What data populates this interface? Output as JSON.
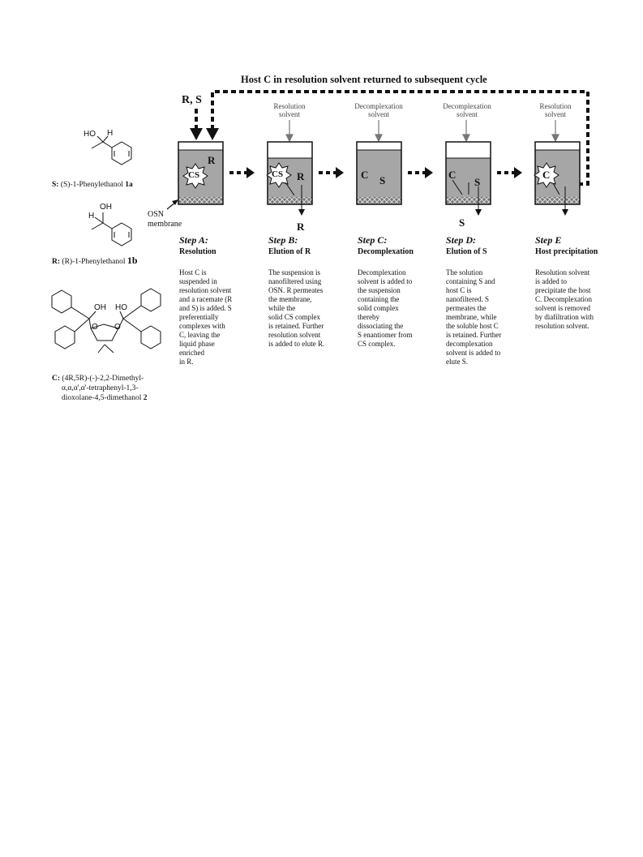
{
  "title": "Host C in resolution solvent returned to subsequent cycle",
  "feed_label": "R, S",
  "solvents": {
    "resolution_b": "Resolution\nsolvent",
    "decomplexation_c": "Decomplexation\nsolvent",
    "decomplexation_d": "Decomplexation\nsolvent",
    "resolution_e": "Resolution\nsolvent"
  },
  "membrane_label": "OSN\nmembrane",
  "vessel_labels": {
    "a_cs": "CS",
    "a_r": "R",
    "b_cs": "CS",
    "b_r": "R",
    "b_out": "R",
    "c_c": "C",
    "c_s": "S",
    "d_c": "C",
    "d_s": "S",
    "d_out": "S",
    "e_c": "C"
  },
  "steps": [
    {
      "id": "a",
      "step": "Step A:",
      "name": "Resolution",
      "desc": "Host C is\nsuspended in\nresolution solvent\nand a racemate (R\nand S) is added. S\npreferentially\ncomplexes with\nC, leaving the\nliquid phase\nenriched\nin R."
    },
    {
      "id": "b",
      "step": "Step B:",
      "name": "Elution of R",
      "desc": "The suspension is\nnanofiltered using\nOSN. R permeates\nthe membrane,\nwhile the\nsolid CS complex\nis retained. Further\nresolution solvent\nis added to elute R."
    },
    {
      "id": "c",
      "step": "Step C:",
      "name": "Decomplexation",
      "desc": "Decomplexation\nsolvent is added to\nthe suspension\ncontaining the\nsolid complex\nthereby\ndissociating the\nS enantiomer from\nCS complex."
    },
    {
      "id": "d",
      "step": "Step D:",
      "name": "Elution of S",
      "desc": "The solution\ncontaining S and\nhost C is\nnanofiltered. S\npermeates the\nmembrane, while\nthe soluble host C\nis retained. Further\ndecomplexation\nsolvent is added to\nelute S."
    },
    {
      "id": "e",
      "step": "Step E",
      "name": "Host precipitation",
      "desc": "Resolution solvent\nis added to\nprecipitate the host\nC. Decomplexation\nsolvent is removed\nby diafiltration with\nresolution solvent."
    }
  ],
  "compounds": {
    "s": {
      "prefix": "S:",
      "name": "(S)-1-Phenylethanol",
      "num": "1a"
    },
    "r": {
      "prefix": "R:",
      "name": "(R)-1-Phenylethanol",
      "num": "1b"
    },
    "c": {
      "prefix": "C:",
      "line1": "(4R,5R)-(-)-2,2-Dimethyl-",
      "line2": "α,α,α',α'-tetraphenyl-1,3-",
      "line3": "dioxolane-4,5-dimethanol",
      "num": "2"
    }
  },
  "structure_labels": {
    "s_ho": "HO",
    "s_h": "H",
    "r_h": "H",
    "r_oh": "OH",
    "c_oh": "OH",
    "c_ho": "HO",
    "c_o1": "O",
    "c_o2": "O"
  },
  "colors": {
    "liquid": "#a6a6a6",
    "membrane": "#6f6f6f",
    "ink": "#111111"
  }
}
